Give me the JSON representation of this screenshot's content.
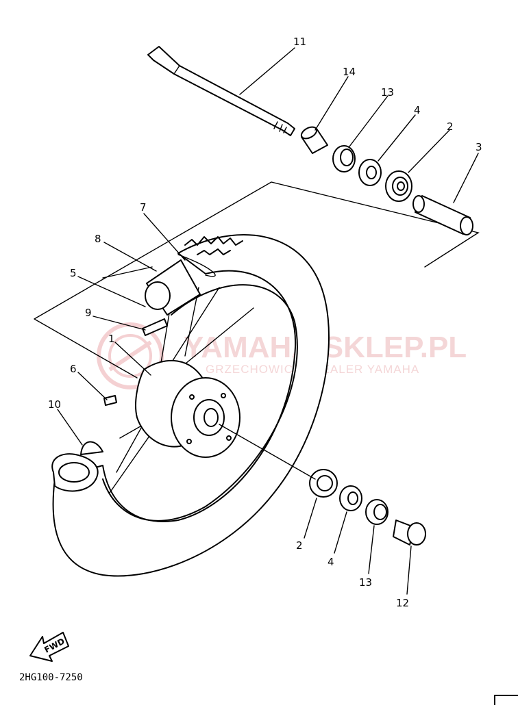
{
  "watermark": {
    "brand": "YAMAHA-SKLEP.PL",
    "tagline": "GRZECHOWICZ | DEALER YAMAHA"
  },
  "diagram_code": "2HG100-7250",
  "fwd_label": "FWD",
  "callouts": [
    {
      "id": "11",
      "text": "11"
    },
    {
      "id": "14",
      "text": "14"
    },
    {
      "id": "13a",
      "text": "13"
    },
    {
      "id": "4a",
      "text": "4"
    },
    {
      "id": "2a",
      "text": "2"
    },
    {
      "id": "3",
      "text": "3"
    },
    {
      "id": "7",
      "text": "7"
    },
    {
      "id": "8",
      "text": "8"
    },
    {
      "id": "5",
      "text": "5"
    },
    {
      "id": "9",
      "text": "9"
    },
    {
      "id": "1",
      "text": "1"
    },
    {
      "id": "6",
      "text": "6"
    },
    {
      "id": "10",
      "text": "10"
    },
    {
      "id": "2b",
      "text": "2"
    },
    {
      "id": "4b",
      "text": "4"
    },
    {
      "id": "13b",
      "text": "13"
    },
    {
      "id": "12",
      "text": "12"
    }
  ]
}
